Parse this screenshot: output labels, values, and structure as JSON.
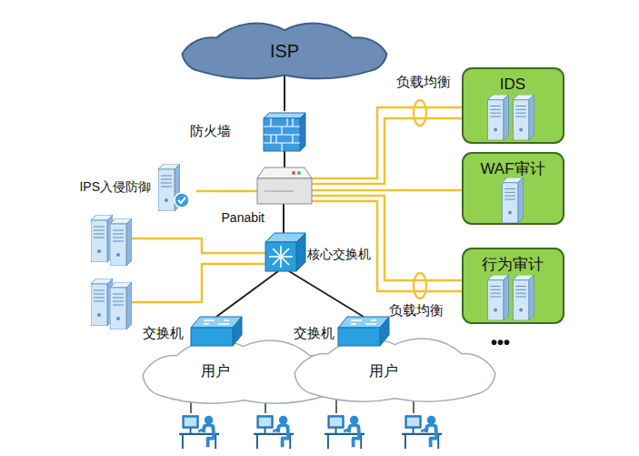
{
  "diagram": {
    "nodes": [
      {
        "text": [
          "ISP"
        ]
      },
      {
        "text": [
          "防火墙"
        ]
      },
      {
        "text": [
          "IPS入侵防御"
        ]
      },
      {
        "text": [
          "Panabit"
        ]
      },
      {
        "text": [
          "核心交换机"
        ]
      },
      {
        "text": [
          "IDS"
        ]
      },
      {
        "text": [
          "WAF审计"
        ]
      },
      {
        "text": [
          "行为审计"
        ]
      },
      {
        "text": [
          "交换机"
        ]
      },
      {
        "text": [
          "交换机"
        ]
      },
      {
        "text": [
          "用户"
        ]
      },
      {
        "text": [
          "用户"
        ]
      }
    ],
    "edges": [
      {
        "from": 0,
        "to": 1,
        "arrow": "none"
      },
      {
        "from": 1,
        "to": 3,
        "arrow": "none"
      },
      {
        "from": 2,
        "to": 3,
        "arrow": "none"
      },
      {
        "from": 3,
        "to": 5,
        "arrow": "none"
      },
      {
        "from": 3,
        "to": 6,
        "arrow": "none"
      },
      {
        "from": 3,
        "to": 7,
        "arrow": "none"
      },
      {
        "from": 3,
        "to": 4,
        "arrow": "none"
      },
      {
        "from": 4,
        "to": 8,
        "arrow": "none"
      },
      {
        "from": 4,
        "to": 9,
        "arrow": "none"
      }
    ],
    "labels": [
      "负载均衡",
      "负载均衡",
      "•••"
    ]
  }
}
